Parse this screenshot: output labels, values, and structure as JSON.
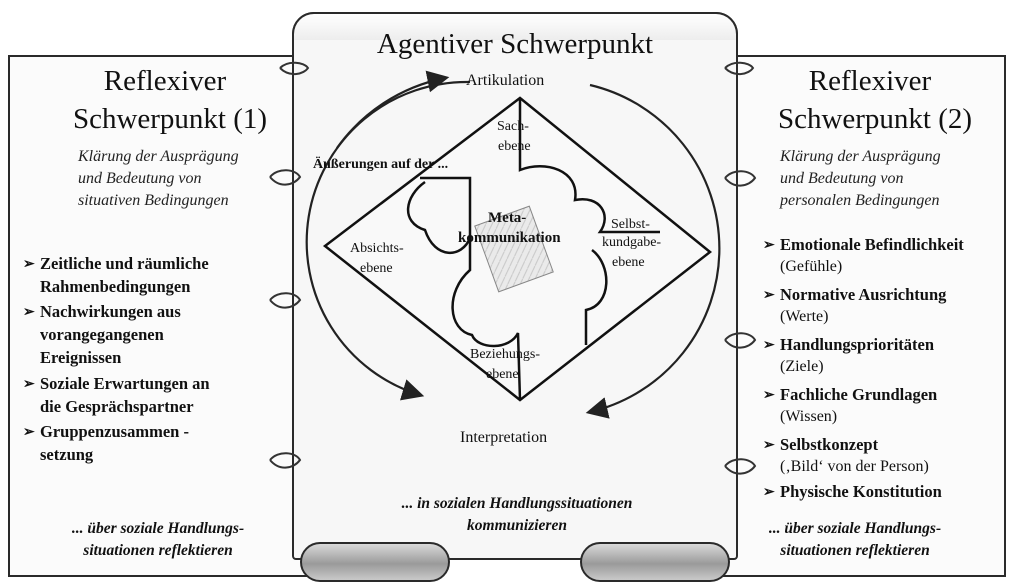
{
  "center": {
    "title": "Agentiver Schwerpunkt",
    "top_label": "Artikulation",
    "bottom_label": "Interpretation",
    "utterance_label": "Äußerungen auf der ...",
    "core_label_1": "Meta-",
    "core_label_2": "kommunikation",
    "sach_1": "Sach-",
    "sach_2": "ebene",
    "selbst_1": "Selbst-",
    "selbst_2": "kundgabe-",
    "selbst_3": "ebene",
    "absicht_1": "Absichts-",
    "absicht_2": "ebene",
    "bezieh_1": "Beziehungs-",
    "bezieh_2": "ebene",
    "footer_1": "... in sozialen Handlungssituationen",
    "footer_2": "kommunizieren"
  },
  "left": {
    "title_1": "Reflexiver",
    "title_2": "Schwerpunkt (1)",
    "subtitle": [
      "Klärung der Ausprägung",
      "und Bedeutung von",
      "situativen Bedingungen"
    ],
    "items": [
      [
        "Zeitliche und räumliche",
        "Rahmenbedingungen"
      ],
      [
        "Nachwirkungen aus",
        "vorangegangenen",
        "Ereignissen"
      ],
      [
        "Soziale Erwartungen an",
        "die Gesprächspartner"
      ],
      [
        "Gruppenzusammen -",
        "setzung"
      ]
    ],
    "footer": [
      "... über soziale Handlungs-",
      "situationen reflektieren"
    ]
  },
  "right": {
    "title_1": "Reflexiver",
    "title_2": "Schwerpunkt (2)",
    "subtitle": [
      "Klärung der Ausprägung",
      "und Bedeutung von",
      "personalen Bedingungen"
    ],
    "items": [
      {
        "label": "Emotionale Befindlichkeit",
        "note": "(Gefühle)"
      },
      {
        "label": "Normative Ausrichtung",
        "note": "(Werte)"
      },
      {
        "label": "Handlungsprioritäten",
        "note": "(Ziele)"
      },
      {
        "label": "Fachliche Grundlagen",
        "note": "(Wissen)"
      },
      {
        "label": "Selbstkonzept",
        "note": "(‚Bild‘ von der Person)"
      },
      {
        "label": "Physische Konstitution",
        "note": ""
      }
    ],
    "footer": [
      "... über soziale Handlungs-",
      "situationen reflektieren"
    ]
  }
}
